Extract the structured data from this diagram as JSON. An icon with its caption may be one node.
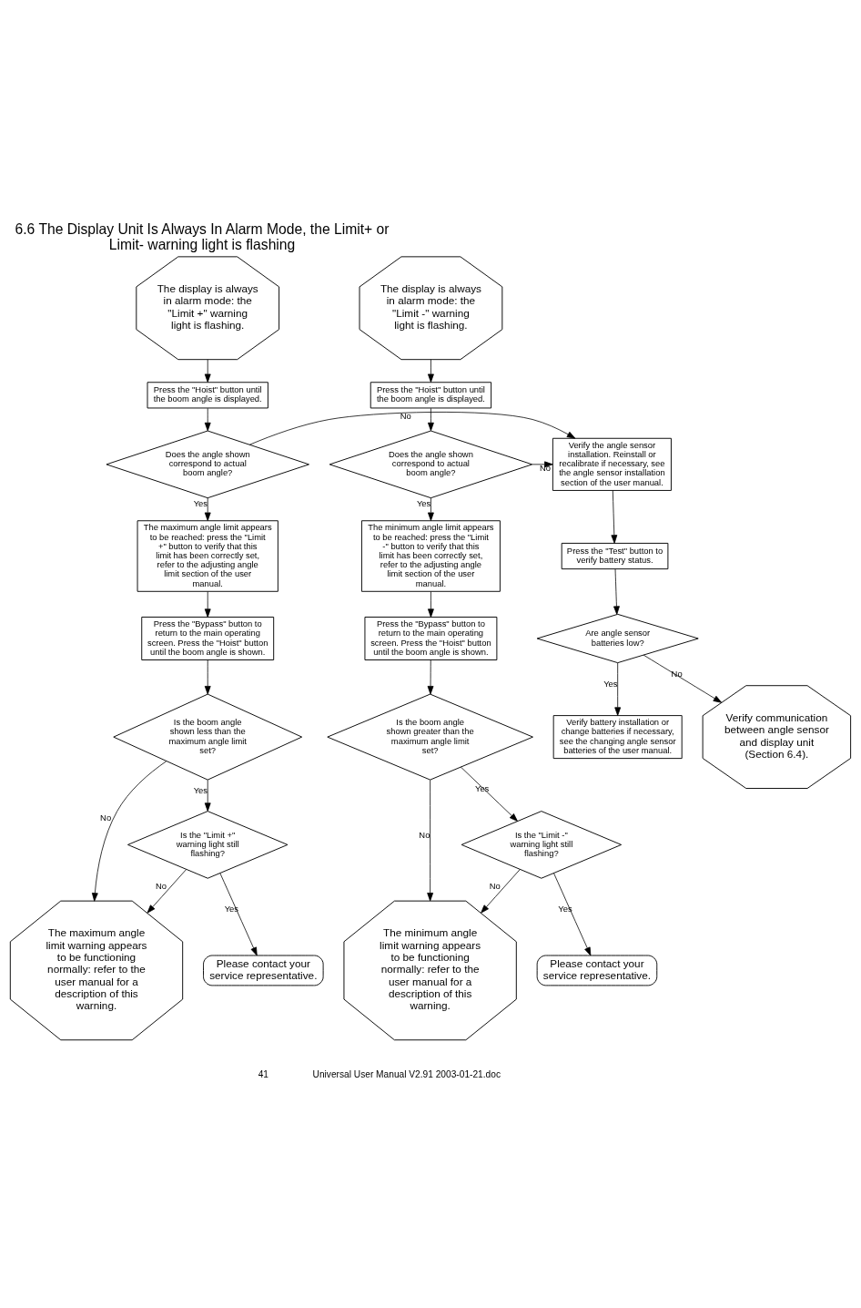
{
  "diagram": {
    "title": "6.6 The Display Unit Is Always In Alarm Mode, the Limit+ or Limit- warning light is flashing",
    "nodes": [
      {
        "text": [
          "The display is always in alarm mode: the \"Limit +\" warning light is flashing."
        ]
      },
      {
        "text": [
          "The display is always in alarm mode: the \"Limit -\" warning light is flashing."
        ]
      },
      {
        "text": [
          "Press the \"Hoist\" button until the boom angle is displayed."
        ]
      },
      {
        "text": [
          "Press the \"Hoist\" button until the boom angle is displayed."
        ]
      },
      {
        "text": [
          "Does the angle shown correspond to actual boom angle?"
        ]
      },
      {
        "text": [
          "Verify the angle sensor installation. Reinstall or recalibrate if necessary, see the angle sensor installation section of the user manual."
        ]
      },
      {
        "text": [
          "Does the angle shown correspond to actual boom angle?"
        ]
      },
      {
        "text": [
          "Press the \"Test\" button to verify battery status."
        ]
      },
      {
        "text": [
          "The maximum angle limit appears to be reached: press the \"Limit +\" button to verify that this limit has been correctly set, refer to the adjusting angle limit section of the user manual."
        ]
      },
      {
        "text": [
          "The minimum angle limit appears to be reached: press the \"Limit -\" button to verify that this limit has been correctly set, refer to the adjusting angle limit section of the user manual."
        ]
      },
      {
        "text": [
          "Are angle sensor batteries low?"
        ]
      },
      {
        "text": [
          "Verify battery installation or change batteries if necessary, see the changing angle sensor batteries of the user manual."
        ]
      },
      {
        "text": [
          "Verify communication between angle sensor and display unit (Section 6.4)."
        ]
      },
      {
        "text": [
          "Press the \"Bypass\" button to return to the main operating screen. Press the \"Hoist\" button until the boom angle is shown."
        ]
      },
      {
        "text": [
          "Press the \"Bypass\" button to return to the main operating screen. Press the \"Hoist\" button until the boom angle is shown."
        ]
      },
      {
        "text": [
          "Is the boom angle shown less than the maximum angle limit set?"
        ]
      },
      {
        "text": [
          "The maximum angle limit warning appears to be functioning normally: refer to the user manual for a description of this warning."
        ]
      },
      {
        "text": [
          "Is the boom angle shown greater than the maximum angle limit set?"
        ]
      },
      {
        "text": [
          "Is the \"Limit +\" warning light still flashing?"
        ]
      },
      {
        "text": [
          "The minimum angle limit warning appears to be functioning normally: refer to the user manual for a description of this warning."
        ]
      },
      {
        "text": [
          "Is the \"Limit -\" warning light still flashing?"
        ]
      },
      {
        "text": [
          "Please contact your service representative."
        ]
      },
      {
        "text": [
          "Please contact your service representative."
        ]
      }
    ],
    "edges": [
      {
        "from": 0,
        "to": 2,
        "arrow": "to"
      },
      {
        "from": 1,
        "to": 3,
        "arrow": "to"
      },
      {
        "from": 2,
        "to": 4,
        "arrow": "to"
      },
      {
        "from": 3,
        "to": 6,
        "arrow": "to"
      },
      {
        "from": 4,
        "to": 5,
        "arrow": "to",
        "label": "No"
      },
      {
        "from": 6,
        "to": 5,
        "arrow": "to",
        "label": "No"
      },
      {
        "from": 4,
        "to": 8,
        "arrow": "to",
        "label": "Yes"
      },
      {
        "from": 6,
        "to": 9,
        "arrow": "to",
        "label": "Yes"
      },
      {
        "from": 5,
        "to": 7,
        "arrow": "to"
      },
      {
        "from": 7,
        "to": 10,
        "arrow": "to"
      },
      {
        "from": 10,
        "to": 12,
        "arrow": "to",
        "label": "No"
      },
      {
        "from": 10,
        "to": 11,
        "arrow": "to",
        "label": "Yes"
      },
      {
        "from": 8,
        "to": 13,
        "arrow": "to"
      },
      {
        "from": 9,
        "to": 14,
        "arrow": "to"
      },
      {
        "from": 13,
        "to": 15,
        "arrow": "to"
      },
      {
        "from": 14,
        "to": 17,
        "arrow": "to"
      },
      {
        "from": 15,
        "to": 16,
        "arrow": "to",
        "label": "No"
      },
      {
        "from": 15,
        "to": 18,
        "arrow": "to",
        "label": "Yes"
      },
      {
        "from": 17,
        "to": 19,
        "arrow": "to",
        "label": "No"
      },
      {
        "from": 17,
        "to": 20,
        "arrow": "to",
        "label": "Yes"
      },
      {
        "from": 18,
        "to": 16,
        "arrow": "to",
        "label": "No"
      },
      {
        "from": 20,
        "to": 19,
        "arrow": "to",
        "label": "No"
      },
      {
        "from": 18,
        "to": 21,
        "arrow": "to",
        "label": "Yes"
      },
      {
        "from": 20,
        "to": 22,
        "arrow": "to",
        "label": "Yes"
      }
    ],
    "labels": [
      "41",
      "Universal User Manual V2.91 2003-01-21.doc"
    ]
  }
}
